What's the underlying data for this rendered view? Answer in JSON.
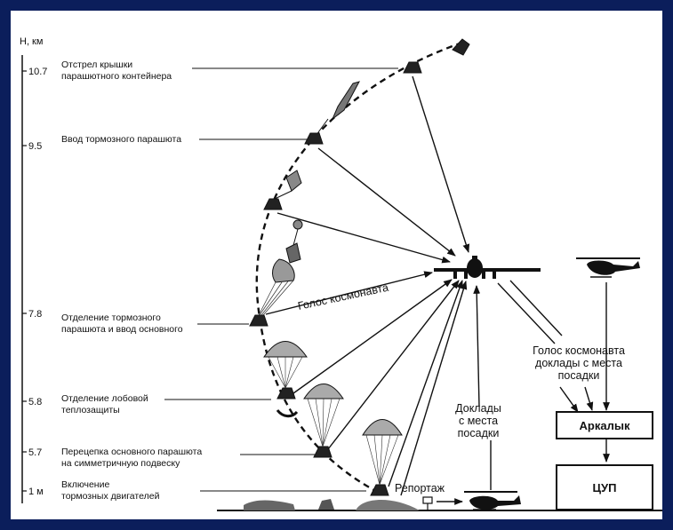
{
  "axis_label": "H, км",
  "altitude_ticks": [
    "10.7",
    "9.5",
    "7.8",
    "5.8",
    "5.7",
    "1 м"
  ],
  "stages": [
    {
      "line1": "Отстрел крышки",
      "line2": "парашютного контейнера"
    },
    {
      "line1": "Ввод тормозного парашюта",
      "line2": ""
    },
    {
      "line1": "Отделение тормозного",
      "line2": "парашюта и ввод основного"
    },
    {
      "line1": "Отделение лобовой",
      "line2": "теплозащиты"
    },
    {
      "line1": "Перецепка основного парашюта",
      "line2": "на симметричную подвеску"
    },
    {
      "line1": "Включение",
      "line2": "тормозных двигателей"
    }
  ],
  "labels": {
    "cosmonaut_voice": "Голос космонавта",
    "voice_reports": [
      "Голос космонавта",
      "доклады с места",
      "посадки"
    ],
    "reports_from_site": [
      "Доклады",
      "с места",
      "посадки"
    ],
    "reportage": "Репортаж"
  },
  "boxes": {
    "arkalyk": "Аркалык",
    "tsup": "ЦУП"
  },
  "colors": {
    "frame": "#0b1e5b",
    "panel": "#ffffff",
    "ink": "#111111"
  }
}
